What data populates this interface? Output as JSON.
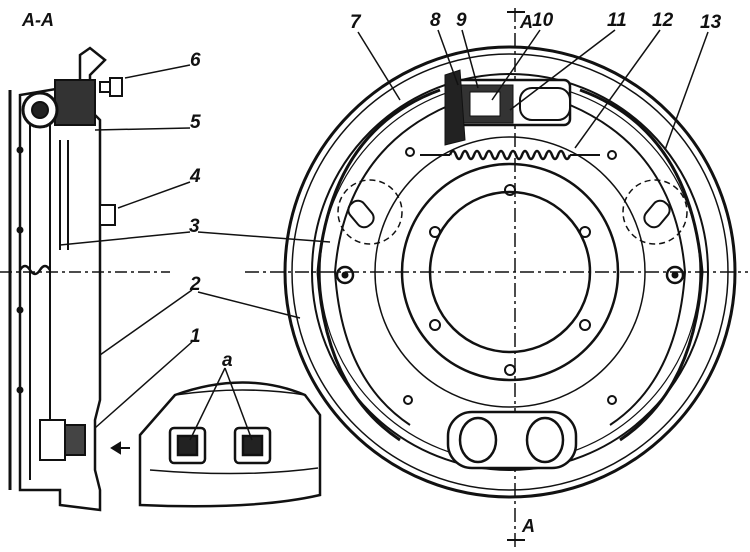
{
  "section_title": "A-A",
  "section_marks": {
    "top": "A",
    "bottom": "A"
  },
  "callouts": [
    {
      "id": "c1",
      "text": "1"
    },
    {
      "id": "c2",
      "text": "2"
    },
    {
      "id": "c3",
      "text": "3"
    },
    {
      "id": "c4",
      "text": "4"
    },
    {
      "id": "c5",
      "text": "5"
    },
    {
      "id": "c6",
      "text": "6"
    },
    {
      "id": "c7",
      "text": "7"
    },
    {
      "id": "c8",
      "text": "8"
    },
    {
      "id": "c9",
      "text": "9"
    },
    {
      "id": "c10",
      "text": "10"
    },
    {
      "id": "c11",
      "text": "11"
    },
    {
      "id": "c12",
      "text": "12"
    },
    {
      "id": "c13",
      "text": "13"
    }
  ],
  "detail_label": "a"
}
